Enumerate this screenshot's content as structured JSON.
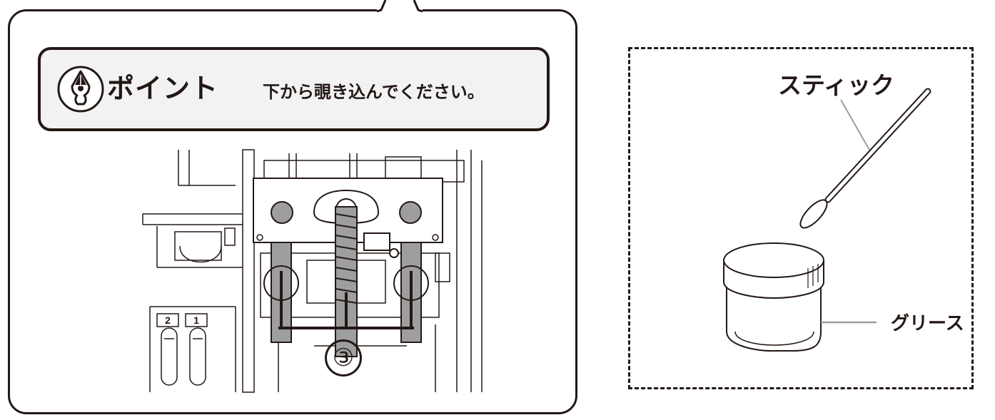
{
  "point_box": {
    "icon": "pen-nib-icon",
    "label": "ポイント",
    "text": "下から覗き込んでください。"
  },
  "diagram": {
    "circled_number": "③",
    "part_number_1": "1",
    "part_number_2": "2"
  },
  "tools": {
    "stick_label": "スティック",
    "grease_label": "グリース"
  },
  "colors": {
    "ink": "#231815",
    "gray_fill": "#9e9e9e",
    "light_fill": "#f2f2f2"
  }
}
